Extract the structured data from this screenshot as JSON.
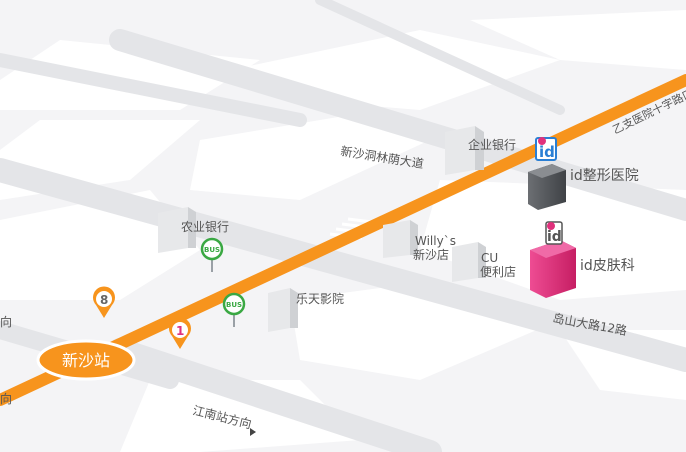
{
  "map": {
    "road_labels": {
      "main_road_top": "乙支医院十字路口",
      "shinsa_road": "新沙洞林荫大道",
      "dosan_road": "岛山大路12路",
      "gangnam_dir": "江南站方向",
      "left_dir_top": "向",
      "left_dir_bottom": "向"
    },
    "buildings": {
      "woori_bank": "企业银行",
      "nonghyup_bank": "农业银行",
      "willys": "Willy`s",
      "willys_2": "新沙店",
      "cu": "CU",
      "cu_2": "便利店",
      "lotte_cinema": "乐天影院"
    },
    "clinics": {
      "hospital": "id整形医院",
      "derma": "id皮肤科",
      "logo_text": "id"
    },
    "station": {
      "name": "新沙站",
      "exit_8": "8",
      "exit_1": "1"
    },
    "bus_label": "BUS",
    "colors": {
      "route": "#f7941d",
      "hospital_building": "#5d6064",
      "derma_building": "#e0317c",
      "logo_blue": "#2a7fd4",
      "bus_green": "#3aa843"
    }
  }
}
